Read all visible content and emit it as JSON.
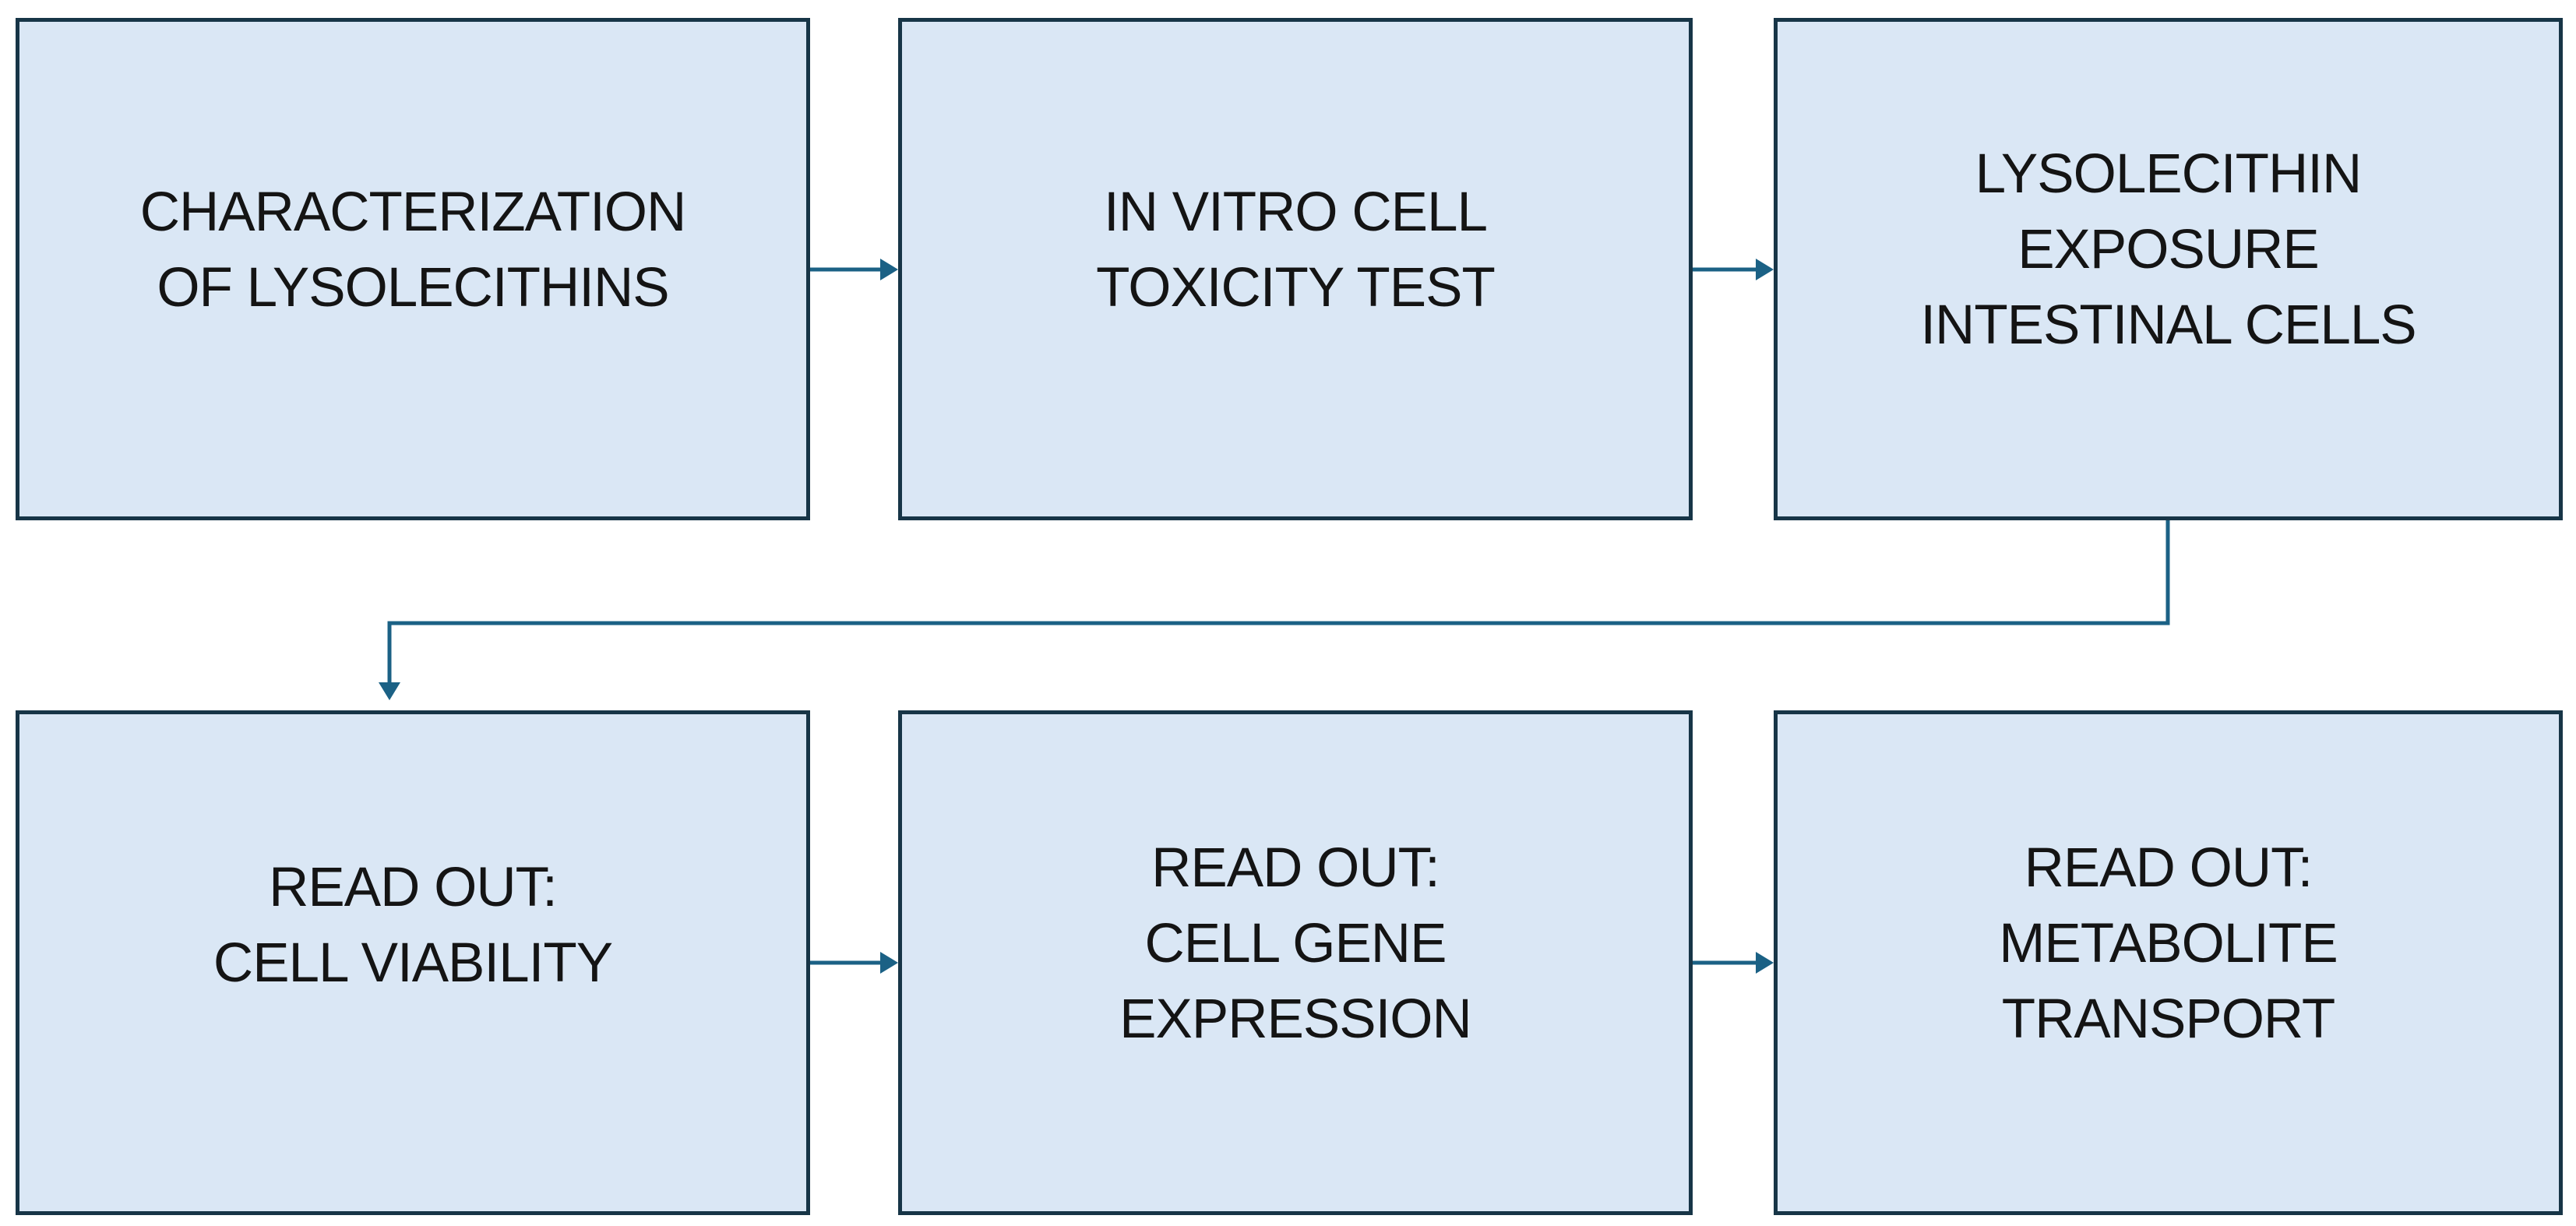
{
  "steps": [
    {
      "lines": [
        "CHARACTERIZATION",
        "OF LYSOLECITHINS"
      ]
    },
    {
      "lines": [
        "IN VITRO CELL",
        "TOXICITY TEST"
      ]
    },
    {
      "lines": [
        "LYSOLECITHIN",
        "EXPOSURE",
        "INTESTINAL CELLS"
      ]
    },
    {
      "lines": [
        "READ OUT:",
        "CELL VIABILITY"
      ]
    },
    {
      "lines": [
        "READ OUT:",
        "CELL GENE",
        "EXPRESSION"
      ]
    },
    {
      "lines": [
        "READ OUT:",
        "METABOLITE",
        "TRANSPORT"
      ]
    }
  ],
  "colors": {
    "box_fill": "#dae7f5",
    "box_border": "#173547",
    "arrow": "#1b6185",
    "text": "#141414"
  }
}
